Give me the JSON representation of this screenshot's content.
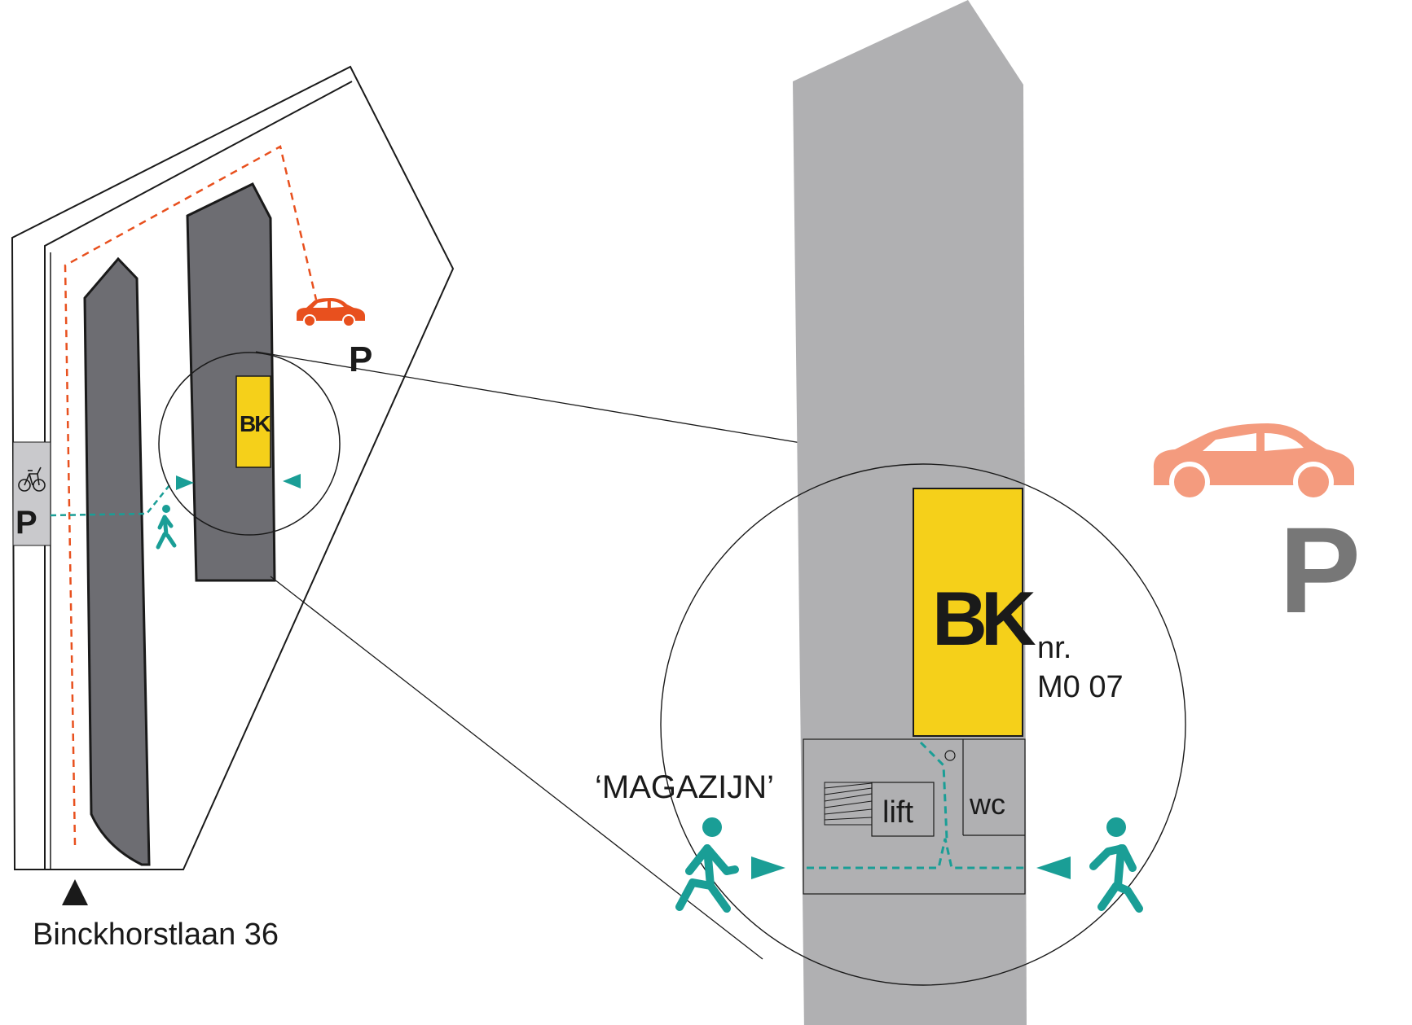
{
  "address": "Binckhorstlaan 36",
  "overview": {
    "bike_parking_label": "P",
    "car_parking_label": "P",
    "logo_text": "BK"
  },
  "detail": {
    "logo_text": "BK",
    "unit_number_line1": "nr.",
    "unit_number_line2": "M0 07",
    "storage_label": "‘MAGAZIJN’",
    "lift_label": "lift",
    "toilet_label": "wc",
    "car_parking_label": "P"
  },
  "icons": [
    "car-icon",
    "bicycle-icon",
    "pedestrian-icon",
    "entrance-arrow-icon",
    "north-arrow-icon"
  ],
  "colors": {
    "building": "#6d6d72",
    "detail_building": "#b0b0b2",
    "logo_bg": "#f5d01a",
    "route_car": "#e8501e",
    "route_walk": "#1a9e96",
    "car_large": "#f49b7e",
    "parking_large": "#777777",
    "bike_parking_bg": "#c9c9cc"
  }
}
